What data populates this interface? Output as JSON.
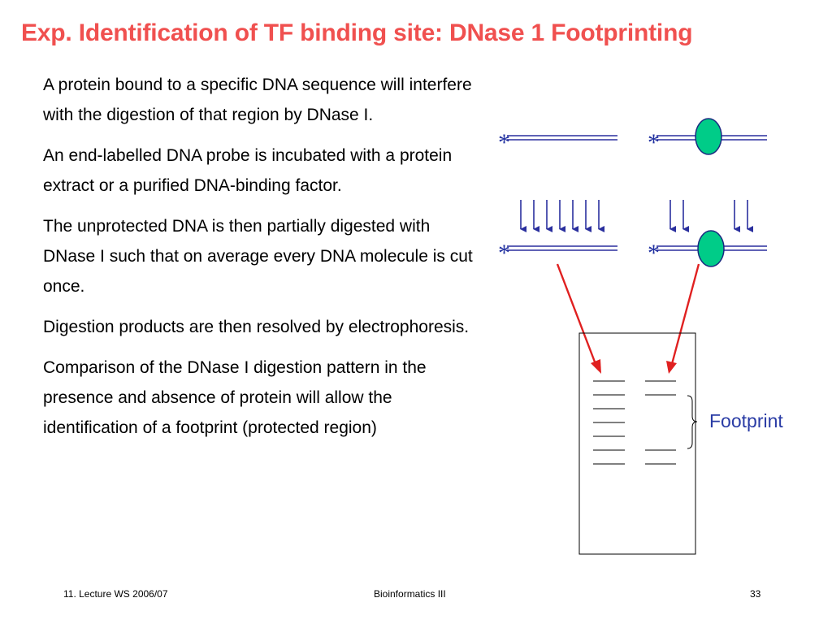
{
  "title": "Exp. Identification of TF binding site: DNase 1 Footprinting",
  "paragraphs": [
    "A protein bound to a specific DNA sequence will interfere with the digestion of that region by DNase I.",
    "An end-labelled DNA probe is incubated with a protein extract or a purified DNA-binding factor.",
    "The unprotected DNA is then partially digested with DNase I such that on average every DNA molecule is cut once.",
    "Digestion products are then resolved by electrophoresis.",
    "Comparison of the DNase I digestion pattern in the presence and absence of protein will allow the identification of a footprint (protected region)"
  ],
  "diagram": {
    "label_marker": "*",
    "footprint_label": "Footprint",
    "colors": {
      "dna": "#2a2f9e",
      "protein_fill": "#00cc88",
      "protein_stroke": "#1a2a80",
      "arrow_red": "#e02020",
      "title_red": "#f0504f"
    }
  },
  "footer": {
    "left": "11.  Lecture WS 2006/07",
    "center": "Bioinformatics III",
    "right": "33"
  }
}
